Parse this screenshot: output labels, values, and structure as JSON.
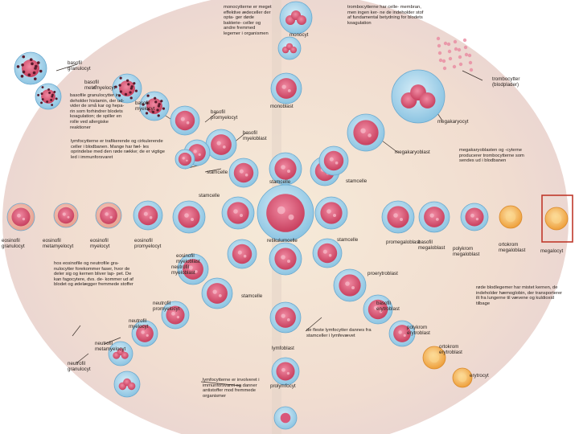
{
  "cell_labels": {
    "basofil_granulocyt": "basofil\ngranulocyt",
    "basofil_metamyelocyt": "basofil\nmetamyelocyt",
    "basofil_myelocyt": "basofil\nmyelocyt",
    "basofil_promyelocyt": "basofil\npromyelocyt",
    "basofil_myeloblast": "basofil\nmyeloblast",
    "stamcelle_1": "stamcelle",
    "stamcelle_2": "stamcelle",
    "stamcelle_3": "stamcelle",
    "stamcelle_4": "stamcelle",
    "stamcelle_5": "stamcelle",
    "stamcelle_6": "stamcelle",
    "monocyt": "monocyt",
    "monoblast": "monoblast",
    "trombocytter": "trombocytter\n(blodplader)",
    "megakaryocyt": "megakaryocyt",
    "megakaryoblast": "megakaryoblast",
    "eosinofil_granulocyt": "eosinofil\ngranulocyt",
    "eosinofil_metamyelocyt": "eosinofil\nmetamyelocyt",
    "eosinofil_myelocyt": "eosinofil\nmyelocyt",
    "eosinofil_promyelocyt": "eosinofil\npromyelocyt",
    "eosinofil_myeloblast": "eosinofil\nmyeloblast",
    "retikulumcelle": "retikulumcelle",
    "promegaloblast": "promegaloblast",
    "basofil_megaloblast": "basofil\nmegaloblast",
    "polykrom_megaloblast": "polykrom\nmegaloblast",
    "ortokrom_megaloblast": "ortokrom\nmegaloblast",
    "megalocyt": "megalocyt",
    "neutrofil_myeloblast": "neutrofil\nmyeloblast",
    "proerytroblast": "proerytroblast",
    "neutrofil_promyelocyt": "neutrofil\npromyelocyt",
    "basofil_erytroblast": "basofil\nerytroblast",
    "neutrofil_myelocyt": "neutrofil\nmyelocyt",
    "polykrom_erytroblast": "polykrom\nerytroblast",
    "neutrofil_metamyelocyt": "neutrofil\nmetamyelocyt",
    "lymfoblast": "lymfoblast",
    "ortokrom_erytroblast": "ortokrom\nerytroblast",
    "neutrofil_granulocyt": "neutrofil\ngranulocyt",
    "prolymfocyt": "prolymfocyt",
    "erytrocyt": "erytrocyt"
  },
  "captions": {
    "top_center": "monocytterne er meget effektive ædeceller der opta- ger døde bakterie- celler og andre fremmed legemer i organismen",
    "top_right": "trombocytterne har celle- membran, men ingen ker- ne de indeholder stof af fundamental betydning for blodets koagulation",
    "basofil_info": "basofile granulocytter in- deholder histamin, der ud- vider de små kar og hepa- rin som forhindrer blodets koagulation; de spiller en rolle ved allergiske reaktioner",
    "lymph_info": "lymfocytterne er trafikerende og cirkulerende celler i blodbanen. Mange har fæl- les oprindelse med den røde række; de er vigtige led i immunforsvaret",
    "megakaryo_info": "megakaryoblasten og -cyterne producerer trombocytterne som sendes ud i blodbanen",
    "eosinofil_info": "hos eosinofile og neutrofile gra- nulocytter forekommer faser, hvor de deler sig og kernen bliver lap- pet. De kan fagocytere, dvs. de- kommer ud af blodet og ødelægger fremmede stoffer",
    "erytro_info": "røde blodlegemer har mistet kernen, de indeholder hæmoglobin, der transporterer ilt fra lungerne til vævene og kuldioxid tilbage",
    "lymfocyt_info": "de fleste lymfocytter dannes fra stamceller i lymfevævet",
    "lymfocyt_bottom": "lymfocytterne er involveret i immunforsvaret og danner antistoffer mod fremmede organismer"
  },
  "highlight_color": "#c0392b",
  "accent_colors": {
    "nucleus_pink": "#d9577a",
    "cytoplasm_blue": "#a9d6ec",
    "erythrocyte_orange": "#f3b552",
    "basophil_dark": "#5a1b2c"
  }
}
